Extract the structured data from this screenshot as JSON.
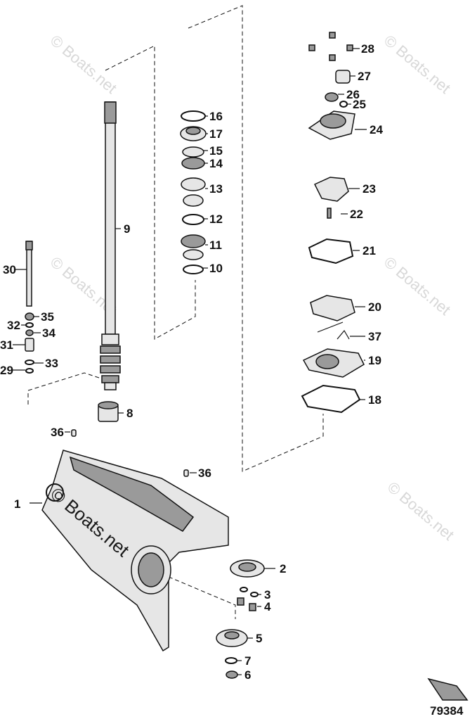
{
  "figure_number": "79384",
  "watermark": "© Boats.net",
  "callouts": [
    "1",
    "2",
    "3",
    "4",
    "5",
    "6",
    "7",
    "8",
    "9",
    "10",
    "11",
    "12",
    "13",
    "14",
    "15",
    "16",
    "17",
    "18",
    "19",
    "20",
    "21",
    "22",
    "23",
    "24",
    "25",
    "26",
    "27",
    "28",
    "29",
    "30",
    "31",
    "32",
    "33",
    "34",
    "35",
    "36",
    "36",
    "37"
  ]
}
